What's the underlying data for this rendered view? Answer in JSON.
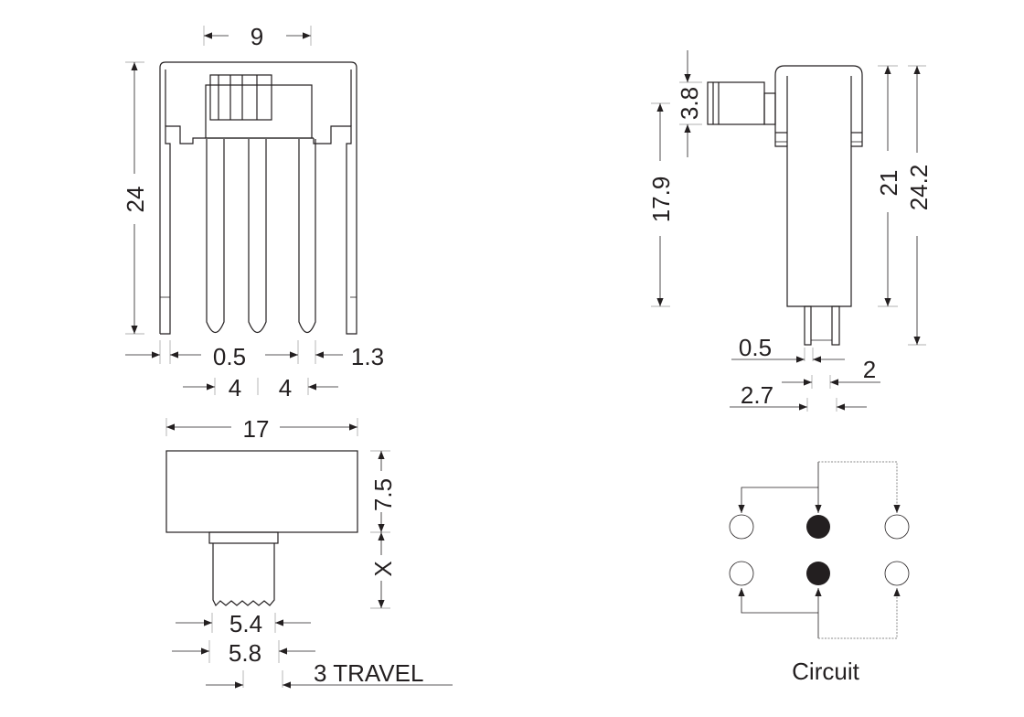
{
  "front_view": {
    "width": "9",
    "height": "24",
    "pin_width": "0.5",
    "edge": "1.3",
    "pitch_left": "4",
    "pitch_right": "4"
  },
  "side_view": {
    "actuator": "3.8",
    "actuator_height": "17.9",
    "body_height": "21",
    "total_height": "24.2",
    "pin_thickness": "0.5",
    "pin_gap": "2",
    "pin_span": "2.7"
  },
  "top_view": {
    "length": "17",
    "depth": "7.5",
    "knob_height": "X",
    "knob_width_a": "5.4",
    "knob_width_b": "5.8",
    "travel": "3 TRAVEL"
  },
  "circuit": {
    "label": "Circuit"
  },
  "colors": {
    "ink": "#231f20"
  }
}
